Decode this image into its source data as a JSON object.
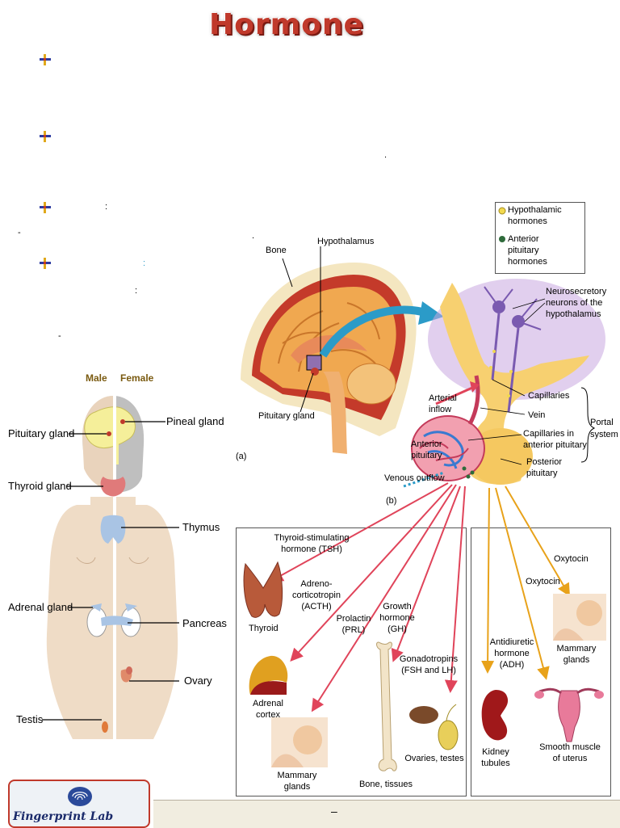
{
  "page": {
    "title": "Hormone"
  },
  "bullets": {
    "colon_1": ":",
    "colon_2": ":",
    "colon_3": ":",
    "dot_1": ".",
    "dot_2": ".",
    "dash_1": "-",
    "dash_2": "-"
  },
  "body_figure": {
    "header_male": "Male",
    "header_female": "Female",
    "labels": {
      "pituitary": "Pituitary gland",
      "pineal": "Pineal gland",
      "thyroid": "Thyroid gland",
      "thymus": "Thymus",
      "adrenal": "Adrenal gland",
      "pancreas": "Pancreas",
      "ovary": "Ovary",
      "testis": "Testis"
    }
  },
  "brain_figure": {
    "bone": "Bone",
    "hypothalamus": "Hypothalamus",
    "pituitary_gland": "Pituitary gland",
    "panel_a": "(a)"
  },
  "legend": {
    "hypothalamic_1": "Hypothalamic",
    "hypothalamic_2": "hormones",
    "anterior_1": "Anterior",
    "anterior_2": "pituitary",
    "anterior_3": "hormones",
    "yellow": "#f2d94e",
    "green": "#2f6b3b"
  },
  "portal_figure": {
    "neuro_1": "Neurosecretory",
    "neuro_2": "neurons of the",
    "neuro_3": "hypothalamus",
    "arterial_1": "Arterial",
    "arterial_2": "inflow",
    "capillaries": "Capillaries",
    "vein": "Vein",
    "portal_1": "Portal",
    "portal_2": "system",
    "cap_ant_1": "Capillaries in",
    "cap_ant_2": "anterior pituitary",
    "ant_pit_1": "Anterior",
    "ant_pit_2": "pituitary",
    "post_pit_1": "Posterior",
    "post_pit_2": "pituitary",
    "venous": "Venous outflow",
    "panel_b": "(b)"
  },
  "targets": {
    "tsh_1": "Thyroid-stimulating",
    "tsh_2": "hormone (TSH)",
    "thyroid": "Thyroid",
    "acth_1": "Adreno-",
    "acth_2": "corticotropin",
    "acth_3": "(ACTH)",
    "prl_1": "Prolactin",
    "prl_2": "(PRL)",
    "gh_1": "Growth",
    "gh_2": "hormone",
    "gh_3": "(GH)",
    "gonado_1": "Gonadotropins",
    "gonado_2": "(FSH and LH)",
    "adrenal_1": "Adrenal",
    "adrenal_2": "cortex",
    "mammary_1": "Mammary",
    "mammary_2": "glands",
    "bone_tissues": "Bone, tissues",
    "ovaries_testes": "Ovaries, testes",
    "oxytocin_1": "Oxytocin",
    "oxytocin_2": "Oxytocin",
    "adh_1": "Antidiuretic",
    "adh_2": "hormone",
    "adh_3": "(ADH)",
    "mammary2_1": "Mammary",
    "mammary2_2": "glands",
    "kidney_1": "Kidney",
    "kidney_2": "tubules",
    "uterus_1": "Smooth muscle",
    "uterus_2": "of uterus"
  },
  "footer": {
    "logo_text": "Fingerprint Lab",
    "dash": "–"
  },
  "colors": {
    "title_red": "#c0392b",
    "anterior_arrow": "#e0445a",
    "posterior_arrow": "#e8a21a",
    "blue_arrow": "#2b9bc8"
  }
}
